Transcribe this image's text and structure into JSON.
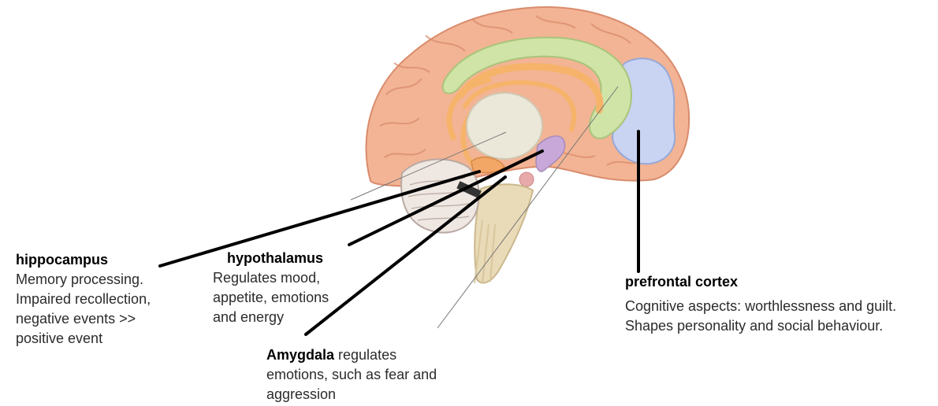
{
  "colors": {
    "cortex": "#f2b494",
    "cortex_dark": "#d98b6c",
    "limbic_green": "#cfe4a6",
    "fornix_orange": "#f6b36a",
    "thalamus": "#ece8d9",
    "prefrontal": "#c9d3f2",
    "hypothalamus": "#c7a8d8",
    "brainstem": "#eadbb8",
    "cerebellum": "#efe7e2"
  },
  "labels": {
    "hippocampus": {
      "title": "hippocampus",
      "lines": [
        "Memory processing.",
        "Impaired recollection,",
        "negative events >>",
        "positive event"
      ]
    },
    "hypothalamus": {
      "title": "hypothalamus",
      "lines": [
        "Regulates mood,",
        "appetite, emotions",
        "and energy"
      ]
    },
    "amygdala": {
      "title": "Amygdala",
      "title_suffix": " regulates",
      "lines": [
        "emotions, such as fear and",
        "aggression"
      ]
    },
    "prefrontal": {
      "title": "prefrontal cortex",
      "lines": [
        "Cognitive aspects: worthlessness and guilt.",
        "Shapes personality and social behaviour."
      ]
    }
  }
}
